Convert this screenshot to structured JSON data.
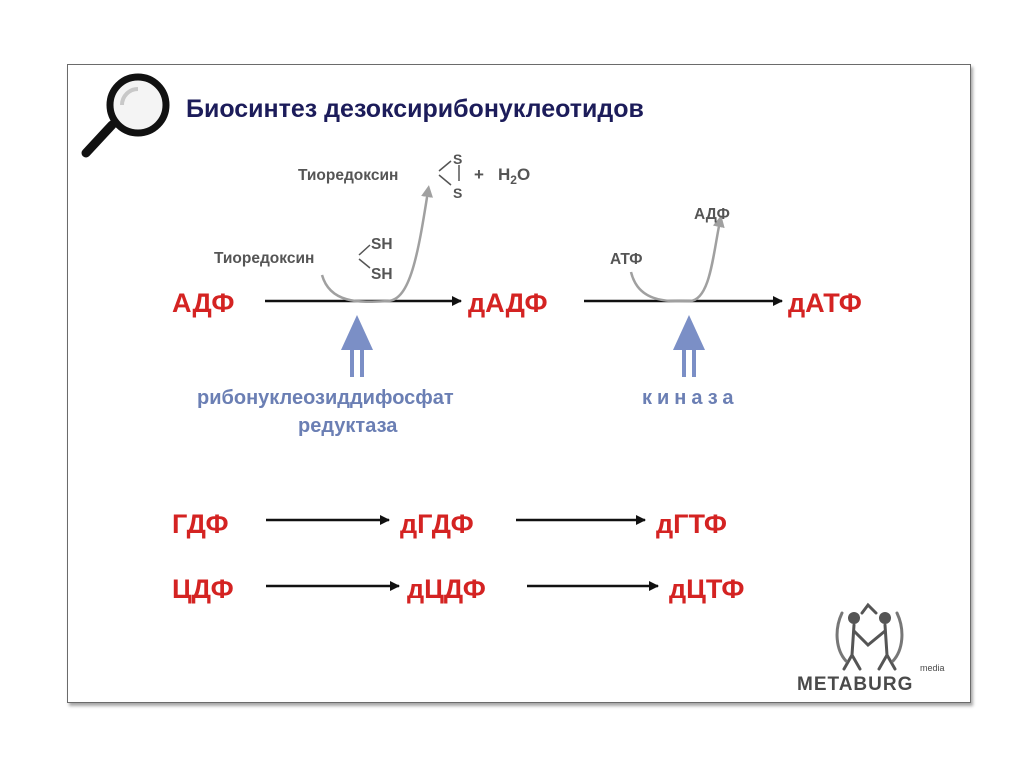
{
  "title": "Биосинтез дезоксирибонуклеотидов",
  "colors": {
    "compound": "#d42322",
    "enzyme": "#6b7fb4",
    "enzyme_arrow": "#7b8fc6",
    "cofactor_arrow": "#a0a0a0",
    "reaction_arrow": "#111111",
    "title": "#1c1c5a"
  },
  "main_reaction": {
    "substrate": "АДФ",
    "intermediate": "дАДФ",
    "product": "дАТФ",
    "reductant_label": "Тиоредоксин",
    "reductant_groups": [
      "SH",
      "SH"
    ],
    "oxidized_label": "Тиоредоксин",
    "oxidized_groups": [
      "S",
      "S"
    ],
    "plus": "+",
    "water": "H",
    "water_sub": "2",
    "water_tail": "O",
    "enzyme1_line1": "рибонуклеозиддифосфат",
    "enzyme1_line2": "редуктаза",
    "atp": "АТФ",
    "adp": "АДФ",
    "enzyme2": "киназа"
  },
  "series": [
    {
      "a": "ГДФ",
      "b": "дГДФ",
      "c": "дГТФ"
    },
    {
      "a": "ЦДФ",
      "b": "дЦДФ",
      "c": "дЦТФ"
    }
  ],
  "logo": {
    "brand": "METABURG",
    "sub": "media",
    "icon": "metaburg-figures-logo"
  },
  "icon": "magnifier-icon"
}
